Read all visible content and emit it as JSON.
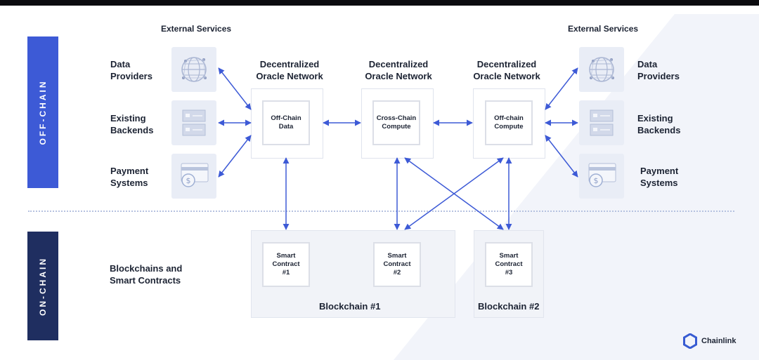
{
  "headers": {
    "left": "External Services",
    "right": "External Services"
  },
  "sections": {
    "off_chain": "OFF-CHAIN",
    "on_chain": "ON-CHAIN"
  },
  "left_services": [
    {
      "label": "Data\nProviders",
      "icon": "globe-network-icon"
    },
    {
      "label": "Existing\nBackends",
      "icon": "server-icon"
    },
    {
      "label": "Payment\nSystems",
      "icon": "payment-icon"
    }
  ],
  "right_services": [
    {
      "label": "Data\nProviders",
      "icon": "globe-network-icon"
    },
    {
      "label": "Existing\nBackends",
      "icon": "server-icon"
    },
    {
      "label": "Payment\nSystems",
      "icon": "payment-icon"
    }
  ],
  "oracle_networks": [
    {
      "title": "Decentralized\nOracle Network",
      "inner": "Off-Chain\nData"
    },
    {
      "title": "Decentralized\nOracle Network",
      "inner": "Cross-Chain\nCompute"
    },
    {
      "title": "Decentralized\nOracle Network",
      "inner": "Off-chain\nCompute"
    }
  ],
  "onchain_label": "Blockchains and\nSmart Contracts",
  "contracts": [
    "Smart\nContract\n#1",
    "Smart\nContract\n#2",
    "Smart\nContract\n#3"
  ],
  "blockchains": [
    "Blockchain #1",
    "Blockchain #2"
  ],
  "brand": "Chainlink",
  "colors": {
    "off_chain": "#3d5ad6",
    "on_chain": "#1f2e60",
    "arrow": "#3d5ad6"
  }
}
